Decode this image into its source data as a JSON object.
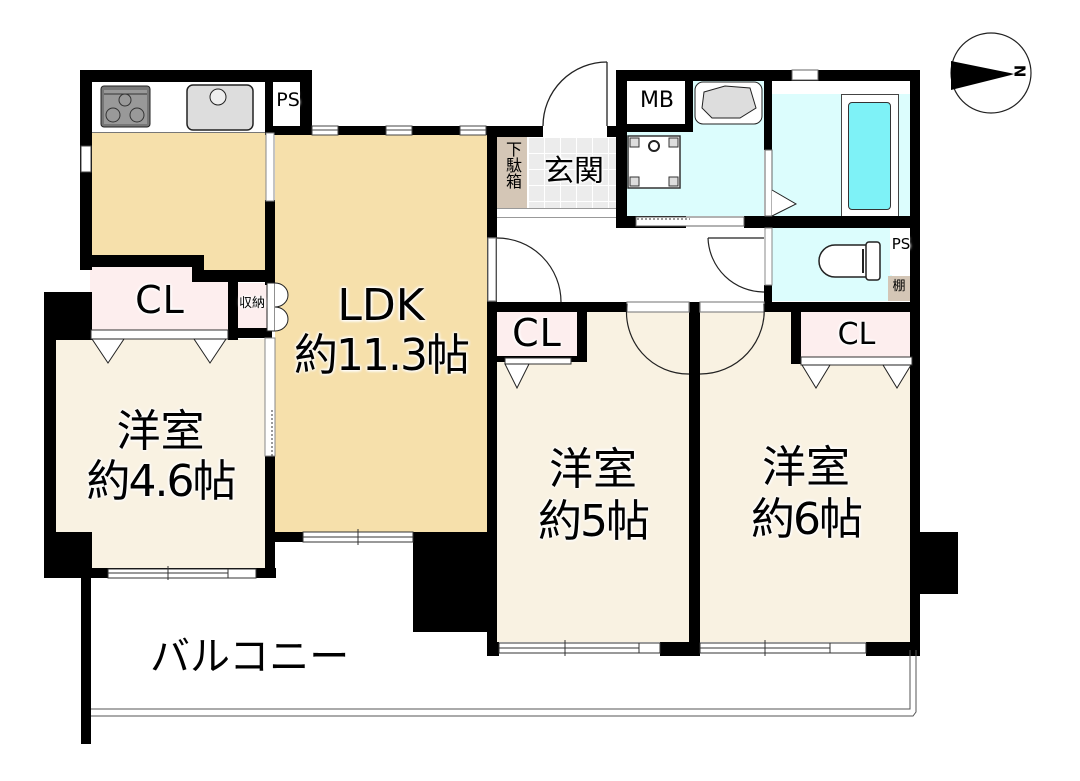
{
  "floorplan": {
    "colors": {
      "wall": "#000000",
      "ldk_floor": "#f6e0ab",
      "western_room_floor": "#f9f2e2",
      "closet_floor": "#fdeeee",
      "wet_area_floor": "#dcfdfd",
      "bathtub": "#7ef2f7",
      "entrance_tile": "#ececec",
      "shoe_box": "#d4c6b6",
      "background": "#ffffff"
    },
    "compass": {
      "label": "N"
    },
    "rooms": {
      "ldk": {
        "name": "LDK",
        "size": "約11.3帖"
      },
      "western_a": {
        "name": "洋室",
        "size": "約4.6帖"
      },
      "western_b": {
        "name": "洋室",
        "size": "約5帖"
      },
      "western_c": {
        "name": "洋室",
        "size": "約6帖"
      },
      "entrance": {
        "name": "玄関"
      },
      "balcony": {
        "name": "バルコニー"
      }
    },
    "labels": {
      "ps_kitchen": "PS",
      "ps_toilet": "PS",
      "mb": "MB",
      "shoe_box": "下駄箱",
      "storage": "収納",
      "shelf": "棚",
      "closet_a": "CL",
      "closet_b": "CL",
      "closet_c": "CL"
    }
  }
}
